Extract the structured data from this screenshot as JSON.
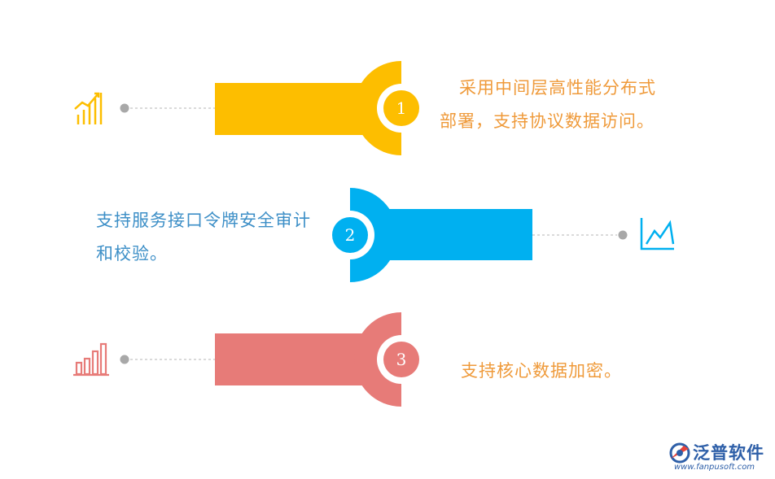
{
  "colors": {
    "step1": "#fdbe00",
    "step2": "#00b0f0",
    "step3": "#e77b78",
    "text_orange": "#ef9a3a",
    "text_blue": "#3d8fc7",
    "brand_blue": "#2e5fa8"
  },
  "steps": [
    {
      "number": "1",
      "text": "采用中间层高性能分布式部署，支持协议数据访问。",
      "icon": "bar-chart-rising-icon"
    },
    {
      "number": "2",
      "text": "支持服务接口令牌安全审计和校验。",
      "icon": "line-chart-icon"
    },
    {
      "number": "3",
      "text": "支持核心数据加密。",
      "icon": "bar-chart-icon"
    }
  ],
  "logo": {
    "name": "泛普软件",
    "url": "www.fanpusoft.com"
  }
}
